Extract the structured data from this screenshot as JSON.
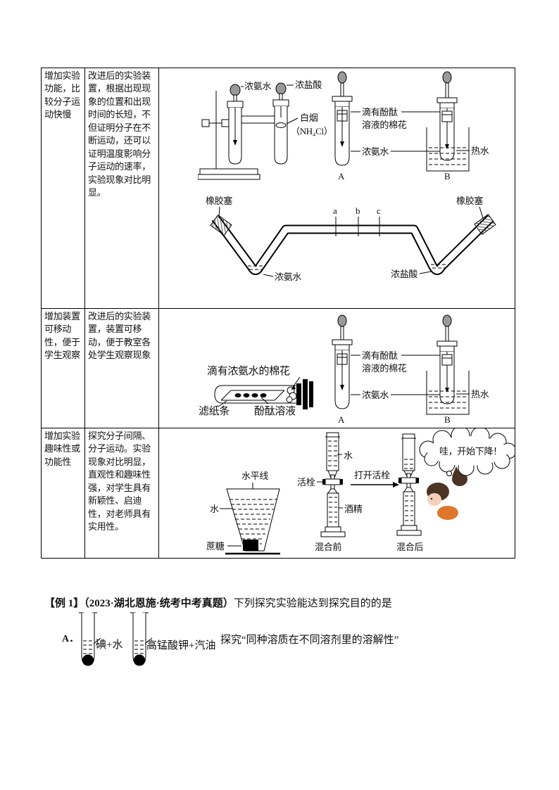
{
  "table": {
    "rows": [
      {
        "purpose": "增加实验功能，比较分子运动快慢",
        "description": "改进后的实验装置，根据出现现象的位置和出现时间的长短，不但证明分子在不断运动，还可以证明温度影响分子运动的速率，实验现象对比明显。"
      },
      {
        "purpose": "增加装置可移动性，便于学生观察",
        "description": "改进后的实验装置，装置可移动，便于教室各处学生观察现象"
      },
      {
        "purpose": "增加实验趣味性或功能性",
        "description": "探究分子间隔、分子运动。实验现象对比明显，直观性和趣味性强，对学生具有新颖性、启迪性，对老师具有实用性。"
      }
    ]
  },
  "diagrams": {
    "stand": {
      "ammonia": "浓氨水",
      "hcl": "浓盐酸",
      "smoke": "白烟",
      "smoke_formula": "（NH₄Cl）"
    },
    "ab": {
      "cotton_line1": "滴有酚酞",
      "cotton_line2": "溶液的棉花",
      "ammonia": "浓氨水",
      "hot_water": "热水",
      "label_a": "A",
      "label_b": "B"
    },
    "wtube": {
      "stopper_left": "橡胶塞",
      "stopper_right": "橡胶塞",
      "tick_a": "a",
      "tick_b": "b",
      "tick_c": "c",
      "ammonia": "浓氨水",
      "hcl": "浓盐酸"
    },
    "horizontal": {
      "cotton": "滴有浓氨水的棉花",
      "filter": "滤纸条",
      "phenolphthalein": "酚酞溶液"
    },
    "mixing": {
      "level_line": "水平线",
      "water_left": "水",
      "sugar": "蔗糖",
      "water_top": "水",
      "stopcock": "活栓",
      "alcohol": "酒精",
      "open_stopcock": "打开活栓",
      "before": "混合前",
      "after": "混合后",
      "speech": "哇，开始下降！"
    }
  },
  "example": {
    "tag": "【例 1】",
    "source": "（2023·湖北恩施·统考中考真题）",
    "question": "下列探究实验能达到探究目的的是",
    "optionA": {
      "label": "A．",
      "tube1_label": "碘+水",
      "tube2_label": "高锰酸钾+汽油",
      "purpose": "探究“同种溶质在不同溶剂里的溶解性”"
    }
  }
}
